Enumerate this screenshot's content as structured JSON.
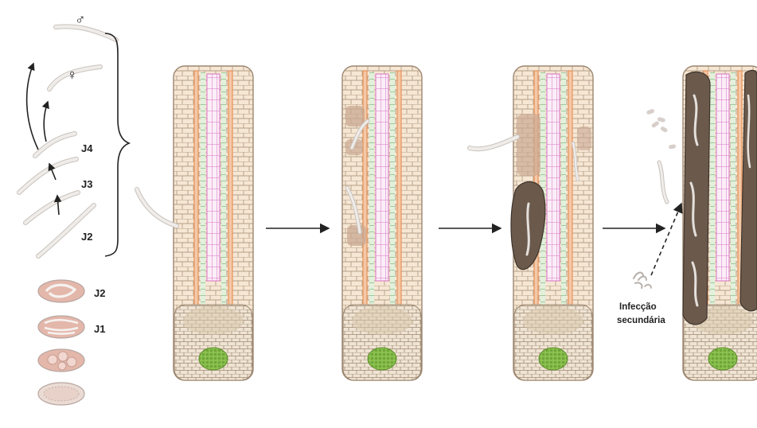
{
  "labels": {
    "male": "♂",
    "female": "♀",
    "j4": "J4",
    "j3": "J3",
    "j2_adult": "J2",
    "j2_egg": "J2",
    "j1_egg": "J1",
    "infection_line1": "Infecção",
    "infection_line2": "secundária"
  },
  "colors": {
    "background": "#ffffff",
    "root_fill": "#f6e7d4",
    "cell_lines": "#b59f86",
    "cortex_orange": "#e8935a",
    "endodermis_green": "#5aa55a",
    "stele_pink": "#d873c6",
    "meristem_green": "#7db443",
    "gall_brown": "#6b5a4c",
    "nematode": "#e5e0dc",
    "egg_pink": "#e4b7ab"
  }
}
